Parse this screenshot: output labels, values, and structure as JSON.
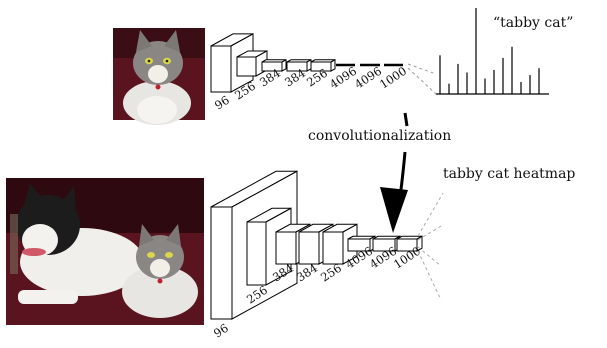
{
  "top_network": {
    "input_image": "tabby cat photo",
    "layers": [
      "96",
      "256",
      "384",
      "384",
      "256",
      "4096",
      "4096",
      "1000"
    ],
    "output_label": "“tabby cat”",
    "output_bars": [
      0.45,
      0.12,
      0.35,
      0.25,
      1.0,
      0.18,
      0.28,
      0.42,
      0.55,
      0.14,
      0.22,
      0.3
    ]
  },
  "arrow_label": "convolutionalization",
  "bottom_network": {
    "input_image": "dog and tabby cat photo",
    "layers": [
      "96",
      "256",
      "384",
      "384",
      "256",
      "4096",
      "4096",
      "1000"
    ],
    "output_label": "tabby cat heatmap"
  }
}
